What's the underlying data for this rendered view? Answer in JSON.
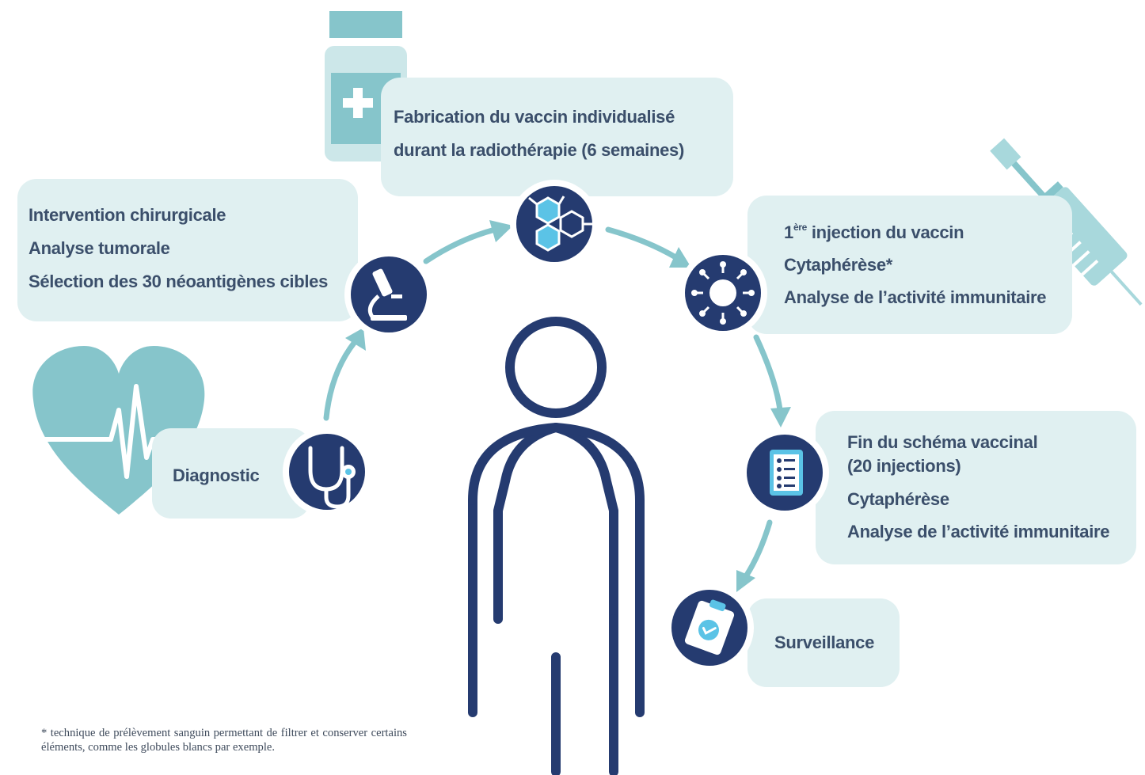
{
  "steps": {
    "diagnostic": {
      "lines": [
        "Diagnostic"
      ]
    },
    "surgery": {
      "lines": [
        "Intervention chirurgicale",
        "Analyse tumorale",
        "Sélection des 30 néoantigènes cibles"
      ]
    },
    "manufacturing": {
      "lines": [
        "Fabrication du vaccin individualisé",
        "durant la radiothérapie (6 semaines)"
      ]
    },
    "first_injection": {
      "first_line": {
        "number": "1",
        "superscript": "ère",
        "text": " injection du vaccin"
      },
      "lines": [
        "Cytaphérèse*",
        "Analyse de l’activité immunitaire"
      ]
    },
    "end_schedule": {
      "lines": [
        "Fin du schéma vaccinal",
        "(20 injections)",
        "Cytaphérèse",
        "Analyse de l’activité immunitaire"
      ]
    },
    "surveillance": {
      "lines": [
        "Surveillance"
      ]
    }
  },
  "footnote": "* technique de prélèvement sanguin permettant de filtrer et conserver certains éléments, comme les globules blancs par exemple.",
  "icons": [
    "heart-ecg-icon",
    "stethoscope-icon",
    "microscope-icon",
    "medicine-bottle-icon",
    "molecule-icon",
    "virus-icon",
    "syringe-icon",
    "checklist-icon",
    "clipboard-check-icon",
    "person-outline-icon"
  ],
  "colors": {
    "navy": "#253b70",
    "teal": "#86c5cb",
    "pale_teal": "#e0f0f1",
    "light_blue": "#5bc3e6",
    "text": "#3b4f6b"
  }
}
